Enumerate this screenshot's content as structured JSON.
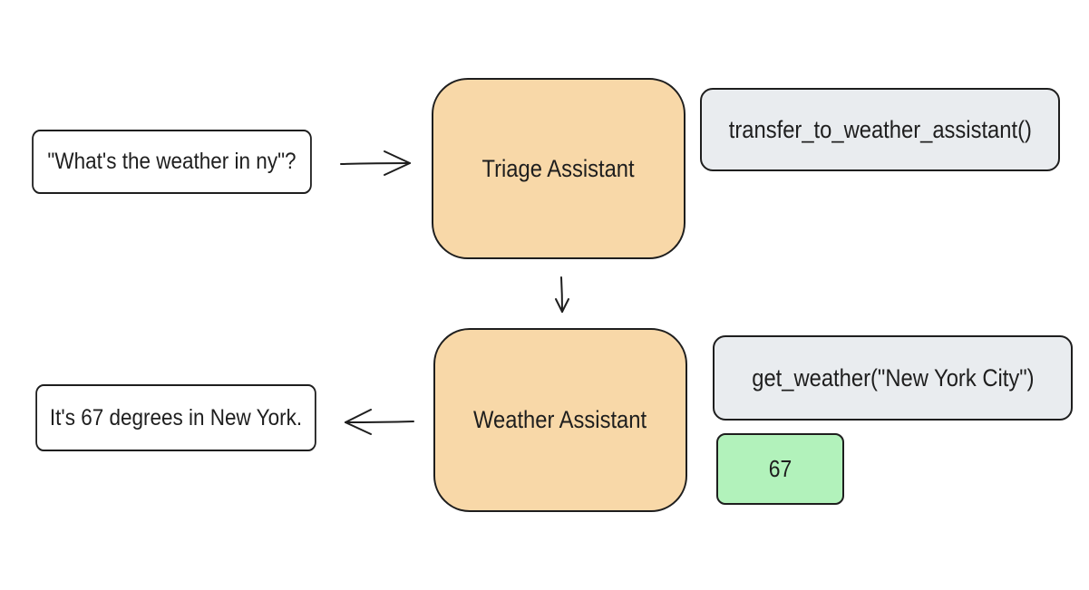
{
  "colors": {
    "stroke": "#1e1e1e",
    "agent_fill": "#f8d8a8",
    "tool_fill": "#e9ecef",
    "result_fill": "#b2f2bb",
    "text_box_fill": "#ffffff"
  },
  "diagram": {
    "user_query": "\"What's the weather in ny\"?",
    "triage_agent": "Triage Assistant",
    "triage_tool_call": "transfer_to_weather_assistant()",
    "weather_agent": "Weather Assistant",
    "weather_tool_call": "get_weather(\"New York City\")",
    "weather_tool_result": "67",
    "final_response": "It's 67 degrees in New York."
  },
  "edges": [
    {
      "from": "user_query",
      "to": "triage_agent"
    },
    {
      "from": "triage_agent",
      "to": "weather_agent"
    },
    {
      "from": "weather_agent",
      "to": "final_response"
    }
  ]
}
